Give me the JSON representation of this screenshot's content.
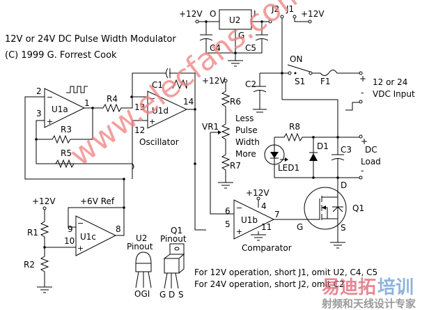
{
  "title": "12V or 24V DC Pulse Width Modulator",
  "copyright": "(C) 1999 G. Forrest Cook",
  "supply": {
    "plus12v": "+12V",
    "ref6v": "+6V Ref"
  },
  "regulator": {
    "name": "U2",
    "pin_o": "O",
    "pin_i": "I",
    "pin_g": "G",
    "cap_in": "C5",
    "cap_out": "C4"
  },
  "jumpers": {
    "j1": "J1",
    "j2": "J2"
  },
  "input": {
    "switch": "S1",
    "switch_state": "ON",
    "fuse": "F1",
    "plus": "+",
    "minus": "-",
    "label_line1": "12 or 24",
    "label_line2": "VDC Input",
    "cap": "C2"
  },
  "opamps": {
    "u1a": {
      "name": "U1a",
      "pin_minus": "2",
      "pin_plus": "3",
      "pin_out": "1"
    },
    "u1d": {
      "name": "U1d",
      "pin_minus": "13",
      "pin_plus": "12",
      "pin_out": "14",
      "caption": "Oscillator"
    },
    "u1c": {
      "name": "U1c",
      "pin_minus": "9",
      "pin_plus": "10",
      "pin_out": "8"
    },
    "u1b": {
      "name": "U1b",
      "pin_minus": "6",
      "pin_plus": "5",
      "pin_out": "7",
      "pin_vcc": "4",
      "pin_gnd": "11",
      "caption": "Comparator"
    }
  },
  "resistors": {
    "r1": "R1",
    "r2": "R2",
    "r3": "R3",
    "r4": "R4",
    "r5": "R5",
    "r6": "R6",
    "r7": "R7",
    "r8": "R8"
  },
  "cap_c1": "C1",
  "pot": {
    "name": "VR1",
    "less": "Less",
    "pulse": "Pulse",
    "width": "Width",
    "more": "More"
  },
  "load": {
    "led": "LED1",
    "diode": "D1",
    "cap": "C3",
    "plus": "+",
    "minus": "-",
    "label_line1": "DC",
    "label_line2": "Load"
  },
  "mosfet": {
    "name": "Q1",
    "drain": "D",
    "gate": "G",
    "source": "S"
  },
  "pinouts": {
    "u2_title1": "U2",
    "u2_title2": "Pinout",
    "u2_pins": "OGI",
    "q1_title1": "Q1",
    "q1_title2": "Pinout",
    "q1_pin_g": "G",
    "q1_pin_d": "D",
    "q1_pin_s": "S"
  },
  "notes": [
    "For 12V operation, short J1, omit U2, C4, C5",
    "For 24V operation, short J2, omit C2"
  ],
  "watermark": {
    "site": "www.elecfans.com",
    "brand_cn_1": "易迪拓",
    "brand_cn_2": "培训",
    "brand_cn_sub": "射频和天线设计专家"
  }
}
